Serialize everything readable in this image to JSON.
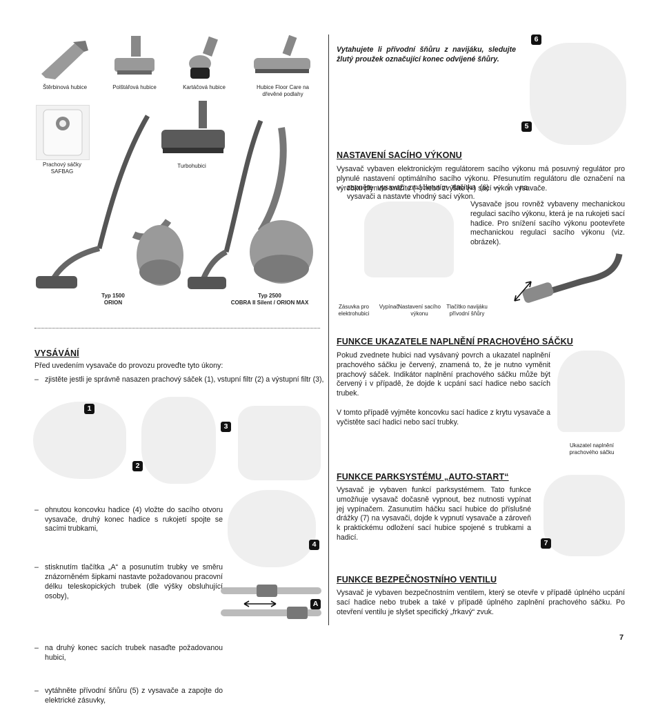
{
  "accessories": [
    {
      "label": "Štěrbinová hubice"
    },
    {
      "label": "Polštářová hubice"
    },
    {
      "label": "Kartáčová hubice"
    },
    {
      "label": "Hubice Floor Care na dřevěné podlahy"
    },
    {
      "label": "Prachový sáčky SAFBAG"
    },
    {
      "label": "Turbohubici"
    }
  ],
  "models": [
    {
      "name": "Typ 1500",
      "sub": "ORION"
    },
    {
      "name": "Typ 2500",
      "sub": "COBRA II Silent / ORION MAX"
    }
  ],
  "vysavani": {
    "heading": "VYSÁVÁNÍ",
    "intro": "Před uvedením vysavače do provozu proveďte tyto úkony:",
    "step1": "zjistěte jestli je správně nasazen prachový sáček (1), vstupní filtr (2) a výstupní filtr (3),",
    "step2": "ohnutou koncovku hadice (4) vložte do sacího otvoru vysavače, druhý konec hadice s rukojetí spojte se sacími trubkami,",
    "step3": "stisknutím tlačítka „A“ a posunutím trubky ve směru znázorněném šipkami nastavte požadovanou pracovní délku teleskopických trubek (dle výšky obsluhující osoby),",
    "step4": "na druhý konec sacích trubek nasaďte požadovanou hubici,",
    "step5": "vytáhněte přívodní šňůru (5) z vysavače a zapojte do elektrické zásuvky,"
  },
  "right_top": {
    "italic": "Vytahujete li přívodní šňůru z navijáku, sledujte žlutý proužek označující konec odvíjené šňůry.",
    "step": "zapněte vysavač zmáčknutím tlačítka (6) — ⏀ na vysavači a nastavte vhodný sací výkon."
  },
  "nastaveni": {
    "heading": "NASTAVENÍ SACÍHO VÝKONU",
    "p1": "Vysavač vybaven elektronickým regulátorem sacího výkonu má posuvný regulátor pro plynulé nastavení optimálního sacího výkonu. Přesunutím regulátoru dle označení na výrobku plynule snížíte (–) nebo zvýšíte (+) sací výkon vysavače.",
    "p2": "Vysavače jsou rovněž vybaveny mechanickou regulaci sacího výkonu, která je na rukojeti sací hadice. Pro snížení sacího výkonu pootevřete mechanickou regulaci sacího výkonu (viz. obrázek).",
    "labels": [
      "Zásuvka pro elektrohubici",
      "Vypínač",
      "Nastavení sacího výkonu",
      "Tlačítko navijáku přívodní šňůry"
    ]
  },
  "ukazatel": {
    "heading": "FUNKCE UKAZATELE NAPLNĚNÍ PRACHOVÉHO SÁČKU",
    "p1": "Pokud zvednete hubici nad vysávaný povrch a ukazatel naplnění prachového sáčku je červený, znamená to, že je nutno vyměnit prachový sáček. Indikátor naplnění prachového sáčku může být červený i v případě, že dojde k ucpání sací hadice nebo sacích trubek.",
    "p2": "V tomto případě vyjměte koncovku sací hadice z krytu vysavače a vyčistěte sací hadici nebo sací trubky.",
    "caption": "Ukazatel naplnění prachového sáčku"
  },
  "parksystem": {
    "heading": "FUNKCE PARKSYSTÉMU „AUTO-START“",
    "p1": "Vysavač je vybaven funkcí parksystémem. Tato funkce umožňuje vysavač dočasně vypnout, bez nutnosti vypínat jej vypínačem. Zasunutím háčku sací hubice do příslušné drážky (7) na vysavači, dojde k vypnutí vysavače a zároveň k praktickému odložení sací hubice spojené s trubkami a hadicí."
  },
  "ventil": {
    "heading": "FUNKCE BEZPEČNOSTNÍHO VENTILU",
    "p1": "Vysavač je vybaven bezpečnostním ventilem, který se otevře v případě úplného ucpání sací hadice nebo trubek a také v případě úplného zaplnění prachového sáčku. Po otevření ventilu je slyšet specifický „frkavý“ zvuk."
  },
  "badges": [
    "1",
    "2",
    "3",
    "4",
    "A",
    "5",
    "6",
    "7"
  ],
  "page_number": "7"
}
